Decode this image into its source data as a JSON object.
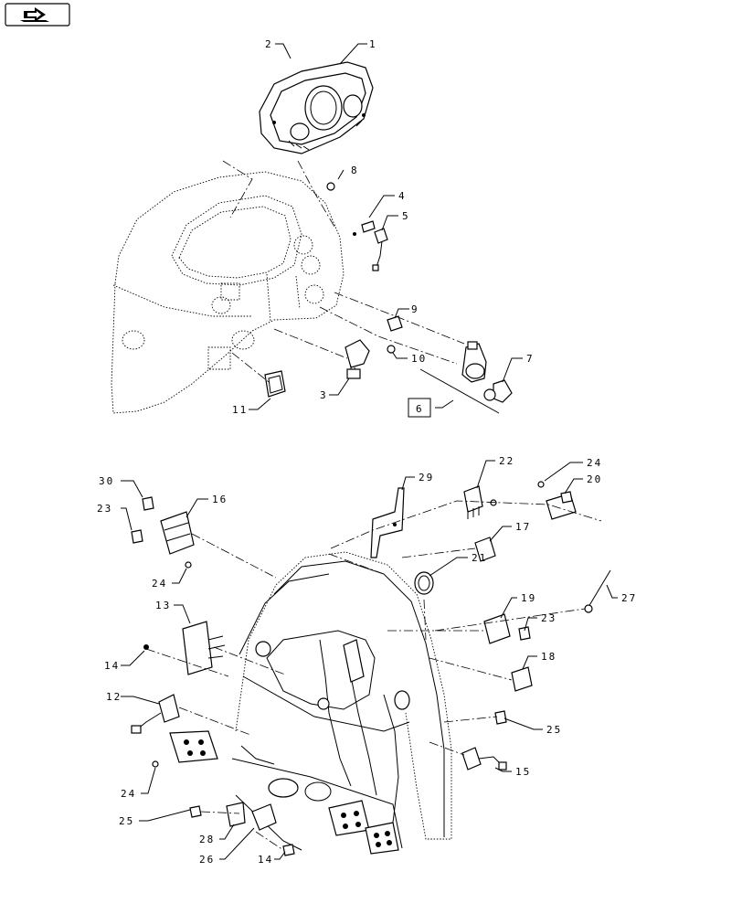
{
  "nav_button": {
    "icon": "arrow-icon"
  },
  "callouts": [
    {
      "id": "c1",
      "label": "1"
    },
    {
      "id": "c2",
      "label": "2"
    },
    {
      "id": "c3",
      "label": "3"
    },
    {
      "id": "c4",
      "label": "4"
    },
    {
      "id": "c5",
      "label": "5"
    },
    {
      "id": "c6",
      "label": "6"
    },
    {
      "id": "c7",
      "label": "7"
    },
    {
      "id": "c8",
      "label": "8"
    },
    {
      "id": "c9",
      "label": "9"
    },
    {
      "id": "c10",
      "label": "10"
    },
    {
      "id": "c11",
      "label": "11"
    },
    {
      "id": "c12",
      "label": "12"
    },
    {
      "id": "c13",
      "label": "13"
    },
    {
      "id": "c14a",
      "label": "14"
    },
    {
      "id": "c14b",
      "label": "14"
    },
    {
      "id": "c15",
      "label": "15"
    },
    {
      "id": "c16",
      "label": "16"
    },
    {
      "id": "c17",
      "label": "17"
    },
    {
      "id": "c18",
      "label": "18"
    },
    {
      "id": "c19",
      "label": "19"
    },
    {
      "id": "c20",
      "label": "20"
    },
    {
      "id": "c21",
      "label": "21"
    },
    {
      "id": "c22",
      "label": "22"
    },
    {
      "id": "c23a",
      "label": "23"
    },
    {
      "id": "c23b",
      "label": "23"
    },
    {
      "id": "c24a",
      "label": "24"
    },
    {
      "id": "c24b",
      "label": "24"
    },
    {
      "id": "c24c",
      "label": "24"
    },
    {
      "id": "c25a",
      "label": "25"
    },
    {
      "id": "c25b",
      "label": "25"
    },
    {
      "id": "c26",
      "label": "26"
    },
    {
      "id": "c27",
      "label": "27"
    },
    {
      "id": "c28",
      "label": "28"
    },
    {
      "id": "c29",
      "label": "29"
    },
    {
      "id": "c30",
      "label": "30"
    }
  ]
}
